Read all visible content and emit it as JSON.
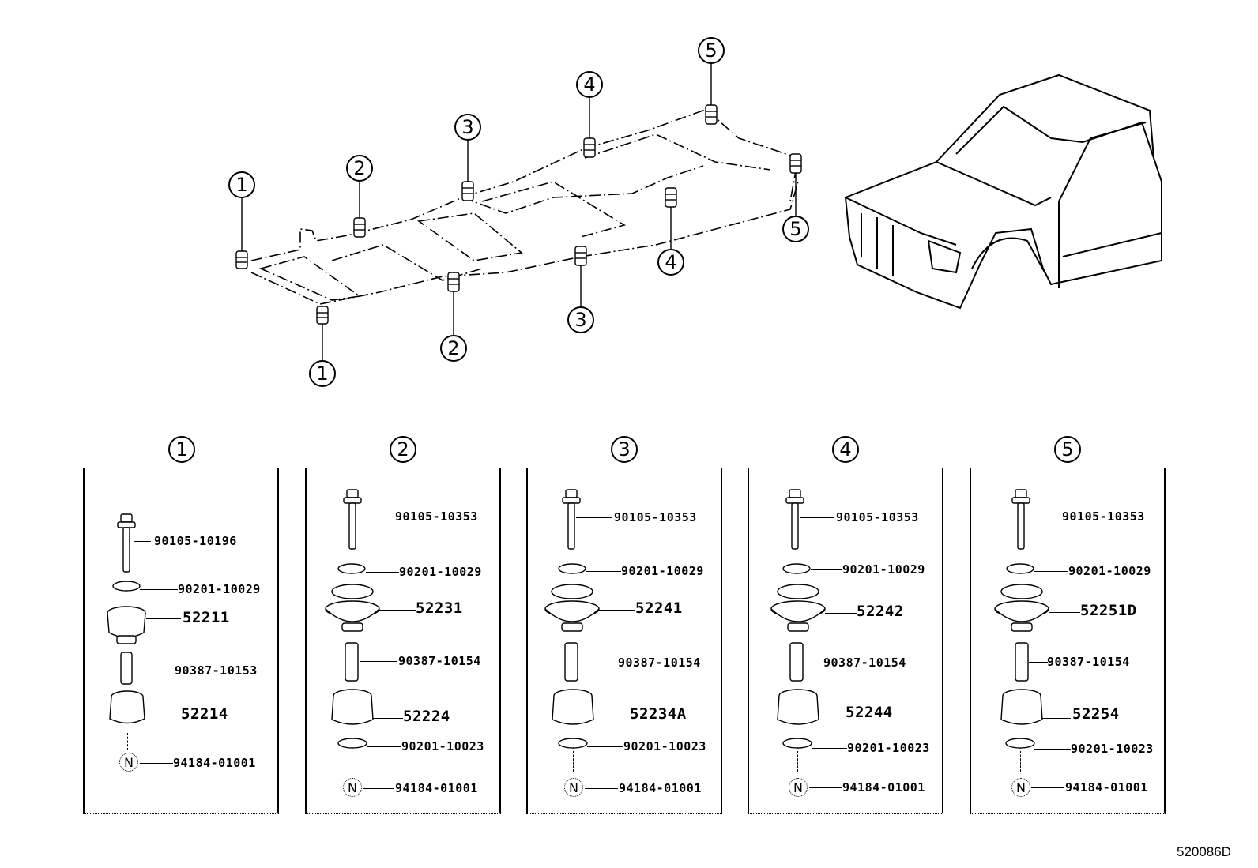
{
  "diagram": {
    "title": "Body mounting cushions",
    "code": "520086D",
    "frame_callouts": [
      "1",
      "1",
      "2",
      "2",
      "3",
      "3",
      "4",
      "4",
      "5",
      "5"
    ],
    "nut_symbol": "N",
    "panels": [
      {
        "id": "1",
        "parts": {
          "bolt": "90105-10196",
          "washer_top": "90201-10029",
          "upper_cushion": "52211",
          "collar": "90387-10153",
          "lower_cushion": "52214",
          "washer_bottom": "",
          "nut": "94184-01001"
        }
      },
      {
        "id": "2",
        "parts": {
          "bolt": "90105-10353",
          "washer_top": "90201-10029",
          "upper_cushion": "52231",
          "collar": "90387-10154",
          "lower_cushion": "52224",
          "washer_bottom": "90201-10023",
          "nut": "94184-01001"
        }
      },
      {
        "id": "3",
        "parts": {
          "bolt": "90105-10353",
          "washer_top": "90201-10029",
          "upper_cushion": "52241",
          "collar": "90387-10154",
          "lower_cushion": "52234A",
          "washer_bottom": "90201-10023",
          "nut": "94184-01001"
        }
      },
      {
        "id": "4",
        "parts": {
          "bolt": "90105-10353",
          "washer_top": "90201-10029",
          "upper_cushion": "52242",
          "collar": "90387-10154",
          "lower_cushion": "52244",
          "washer_bottom": "90201-10023",
          "nut": "94184-01001"
        }
      },
      {
        "id": "5",
        "parts": {
          "bolt": "90105-10353",
          "washer_top": "90201-10029",
          "upper_cushion": "52251D",
          "collar": "90387-10154",
          "lower_cushion": "52254",
          "washer_bottom": "90201-10023",
          "nut": "94184-01001"
        }
      }
    ]
  }
}
